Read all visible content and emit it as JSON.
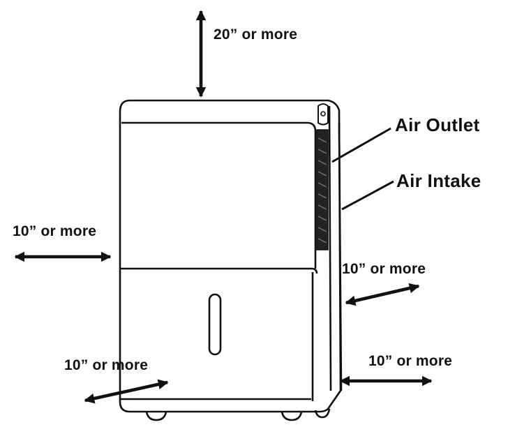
{
  "labels": {
    "top_clearance": "20” or more",
    "left_clearance": "10” or more",
    "right_upper_clearance": "10” or more",
    "bottom_left_clearance": "10” or more",
    "bottom_right_clearance": "10” or more",
    "air_outlet": "Air Outlet",
    "air_intake": "Air Intake"
  },
  "colors": {
    "ink": "#111111",
    "background": "#ffffff"
  }
}
